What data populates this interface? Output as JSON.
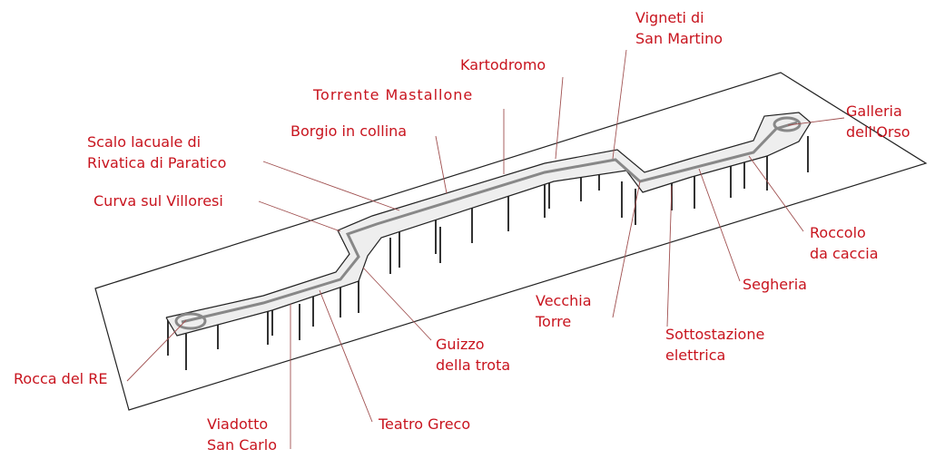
{
  "title": "Plastico ferroviario - schema delle zone",
  "colors": {
    "label": "#c8141e",
    "leader": "#a05050",
    "track": "#d9d9d9",
    "outline": "#222222"
  },
  "labels": [
    {
      "id": "vigneti",
      "lines": [
        "Vigneti di",
        "San Martino"
      ]
    },
    {
      "id": "kartodromo",
      "lines": [
        "Kartodromo"
      ]
    },
    {
      "id": "torrente",
      "lines": [
        "Torrente Mastallone"
      ]
    },
    {
      "id": "borgio",
      "lines": [
        "Borgio in collina"
      ]
    },
    {
      "id": "scalo",
      "lines": [
        "Scalo lacuale di",
        "Rivatica di Paratico"
      ]
    },
    {
      "id": "curva",
      "lines": [
        "Curva sul Villoresi"
      ]
    },
    {
      "id": "galleria",
      "lines": [
        "Galleria",
        "dell'Orso"
      ]
    },
    {
      "id": "roccolo",
      "lines": [
        "Roccolo",
        "da caccia"
      ]
    },
    {
      "id": "segheria",
      "lines": [
        "Segheria"
      ]
    },
    {
      "id": "torre",
      "lines": [
        "Vecchia",
        "Torre"
      ]
    },
    {
      "id": "sottostazione",
      "lines": [
        "Sottostazione",
        "elettrica"
      ]
    },
    {
      "id": "guizzo",
      "lines": [
        "Guizzo",
        "della trota"
      ]
    },
    {
      "id": "rocca",
      "lines": [
        "Rocca del RE"
      ]
    },
    {
      "id": "viadotto",
      "lines": [
        "Viadotto",
        "San Carlo"
      ]
    },
    {
      "id": "teatro",
      "lines": [
        "Teatro Greco"
      ]
    }
  ]
}
